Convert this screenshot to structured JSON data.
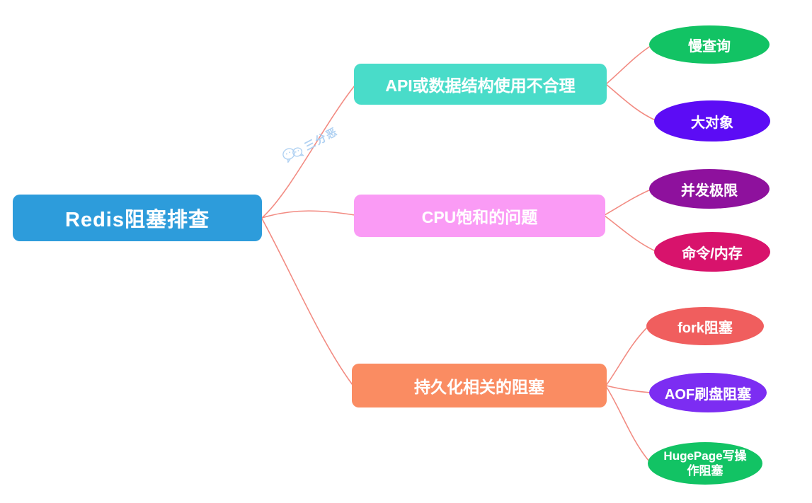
{
  "diagram": {
    "title": "Redis阻塞排查",
    "edge_color": "#f28b82",
    "text_color": "#ffffff",
    "watermark": {
      "label": "三分恶",
      "icon": "wechat-bubbles-icon",
      "color": "#a8cdf1"
    },
    "root": {
      "label": "Redis阻塞排查",
      "bg": "#2d9cdb",
      "shape": "rounded-rect"
    },
    "branches": [
      {
        "label": "API或数据结构使用不合理",
        "bg": "#49dcc9",
        "shape": "rounded-rect",
        "children": [
          {
            "label": "慢查询",
            "bg": "#12c364",
            "shape": "ellipse"
          },
          {
            "label": "大对象",
            "bg": "#5c0cf5",
            "shape": "ellipse"
          }
        ]
      },
      {
        "label": "CPU饱和的问题",
        "bg": "#fa9bf5",
        "shape": "rounded-rect",
        "children": [
          {
            "label": "并发极限",
            "bg": "#8e119d",
            "shape": "ellipse"
          },
          {
            "label": "命令/内存",
            "bg": "#d8136c",
            "shape": "ellipse"
          }
        ]
      },
      {
        "label": "持久化相关的阻塞",
        "bg": "#fa8c62",
        "shape": "rounded-rect",
        "children": [
          {
            "label": "fork阻塞",
            "bg": "#f05e5e",
            "shape": "ellipse"
          },
          {
            "label": "AOF刷盘阻塞",
            "bg": "#7c2df2",
            "shape": "ellipse"
          },
          {
            "label": "HugePage写操作阻塞",
            "bg": "#12c364",
            "shape": "ellipse"
          }
        ]
      }
    ]
  }
}
